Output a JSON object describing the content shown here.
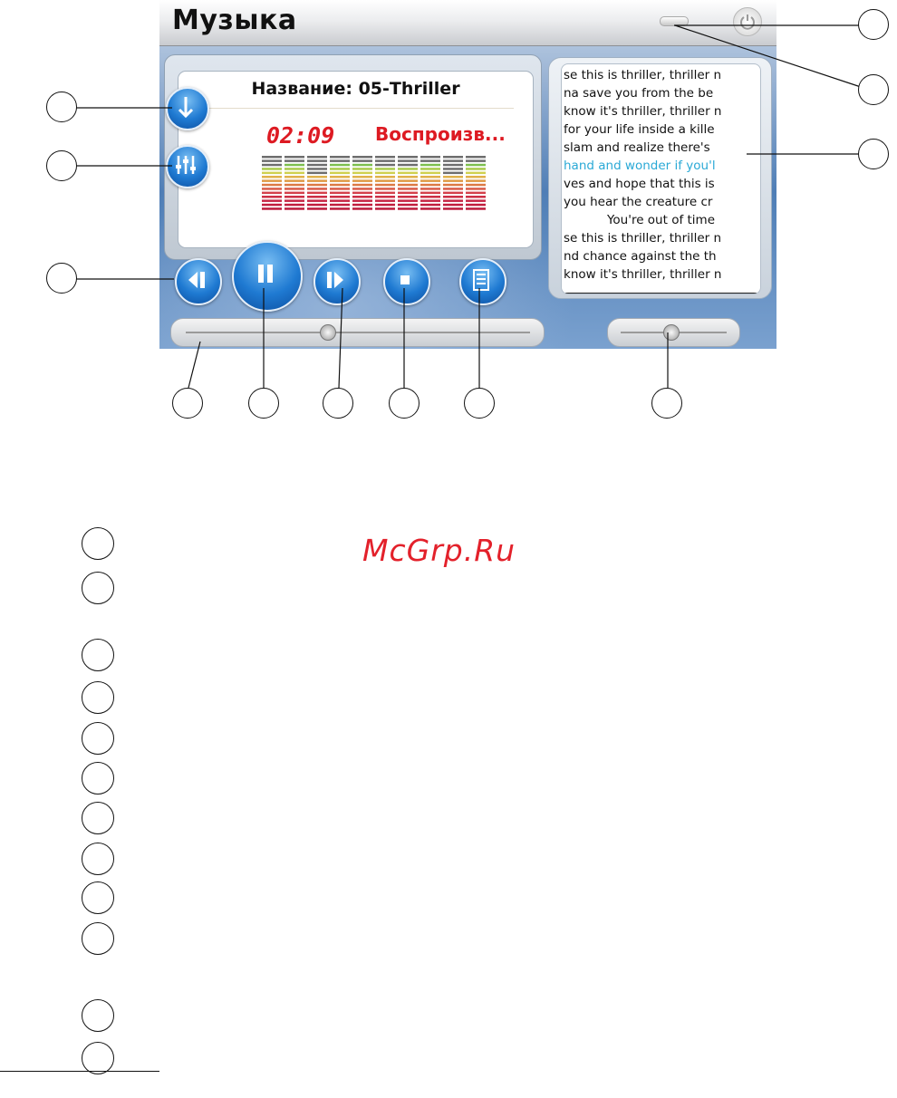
{
  "app": {
    "title": "Музыка",
    "track_name": "Название: 05-Thriller",
    "elapsed_time": "02:09",
    "status": "Воспроизв..."
  },
  "icons": {
    "minimize": "minimize-icon",
    "power": "power-icon",
    "download": "arrow-down-icon",
    "equalizer": "equalizer-icon",
    "previous": "previous-icon",
    "pause": "pause-icon",
    "next": "next-icon",
    "stop": "stop-icon",
    "playlist": "playlist-icon"
  },
  "lyrics": [
    {
      "text": "se this is thriller, thriller n",
      "highlight": false
    },
    {
      "text": "na save you from the be",
      "highlight": false
    },
    {
      "text": "know it's thriller, thriller n",
      "highlight": false
    },
    {
      "text": "for your life inside a kille",
      "highlight": false
    },
    {
      "text": "slam and realize there's",
      "highlight": false
    },
    {
      "text": "hand and wonder if you'l",
      "highlight": true
    },
    {
      "text": "ves and hope that this is",
      "highlight": false
    },
    {
      "text": "you hear the creature cr",
      "highlight": false
    },
    {
      "text": "You're out of time",
      "highlight": false
    },
    {
      "text": "se this is thriller, thriller n",
      "highlight": false
    },
    {
      "text": "nd chance against the th",
      "highlight": false
    },
    {
      "text": "know it's thriller, thriller n",
      "highlight": false
    }
  ],
  "progress": {
    "position_fraction": 0.41
  },
  "volume": {
    "level_fraction": 0.47
  },
  "watermark": "McGrp.Ru",
  "colors": {
    "time_and_status": "#dd1a22",
    "lyrics_highlight": "#2aa9d6",
    "button_blue": "#1f7ad2",
    "watermark": "#e3212b"
  },
  "legend_count": 12
}
